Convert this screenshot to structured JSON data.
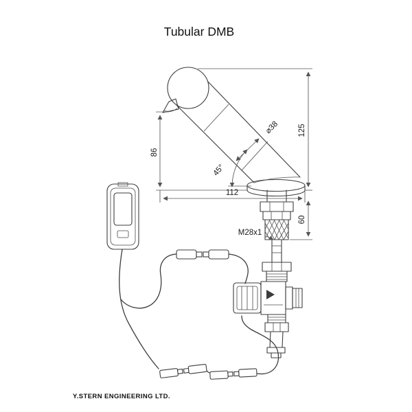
{
  "title": "Tubular DMB",
  "footer": "Y.STERN ENGINEERING LTD.",
  "dimensions": {
    "spout_height": "86",
    "overall_height": "125",
    "spout_reach": "112",
    "shank_length": "60",
    "spout_angle": "45°",
    "body_diameter": "⌀38",
    "thread_size": "M28x1"
  },
  "colors": {
    "line": "#3c3c3c",
    "dimension": "#555555",
    "text": "#1a1a1a",
    "background": "#ffffff"
  }
}
